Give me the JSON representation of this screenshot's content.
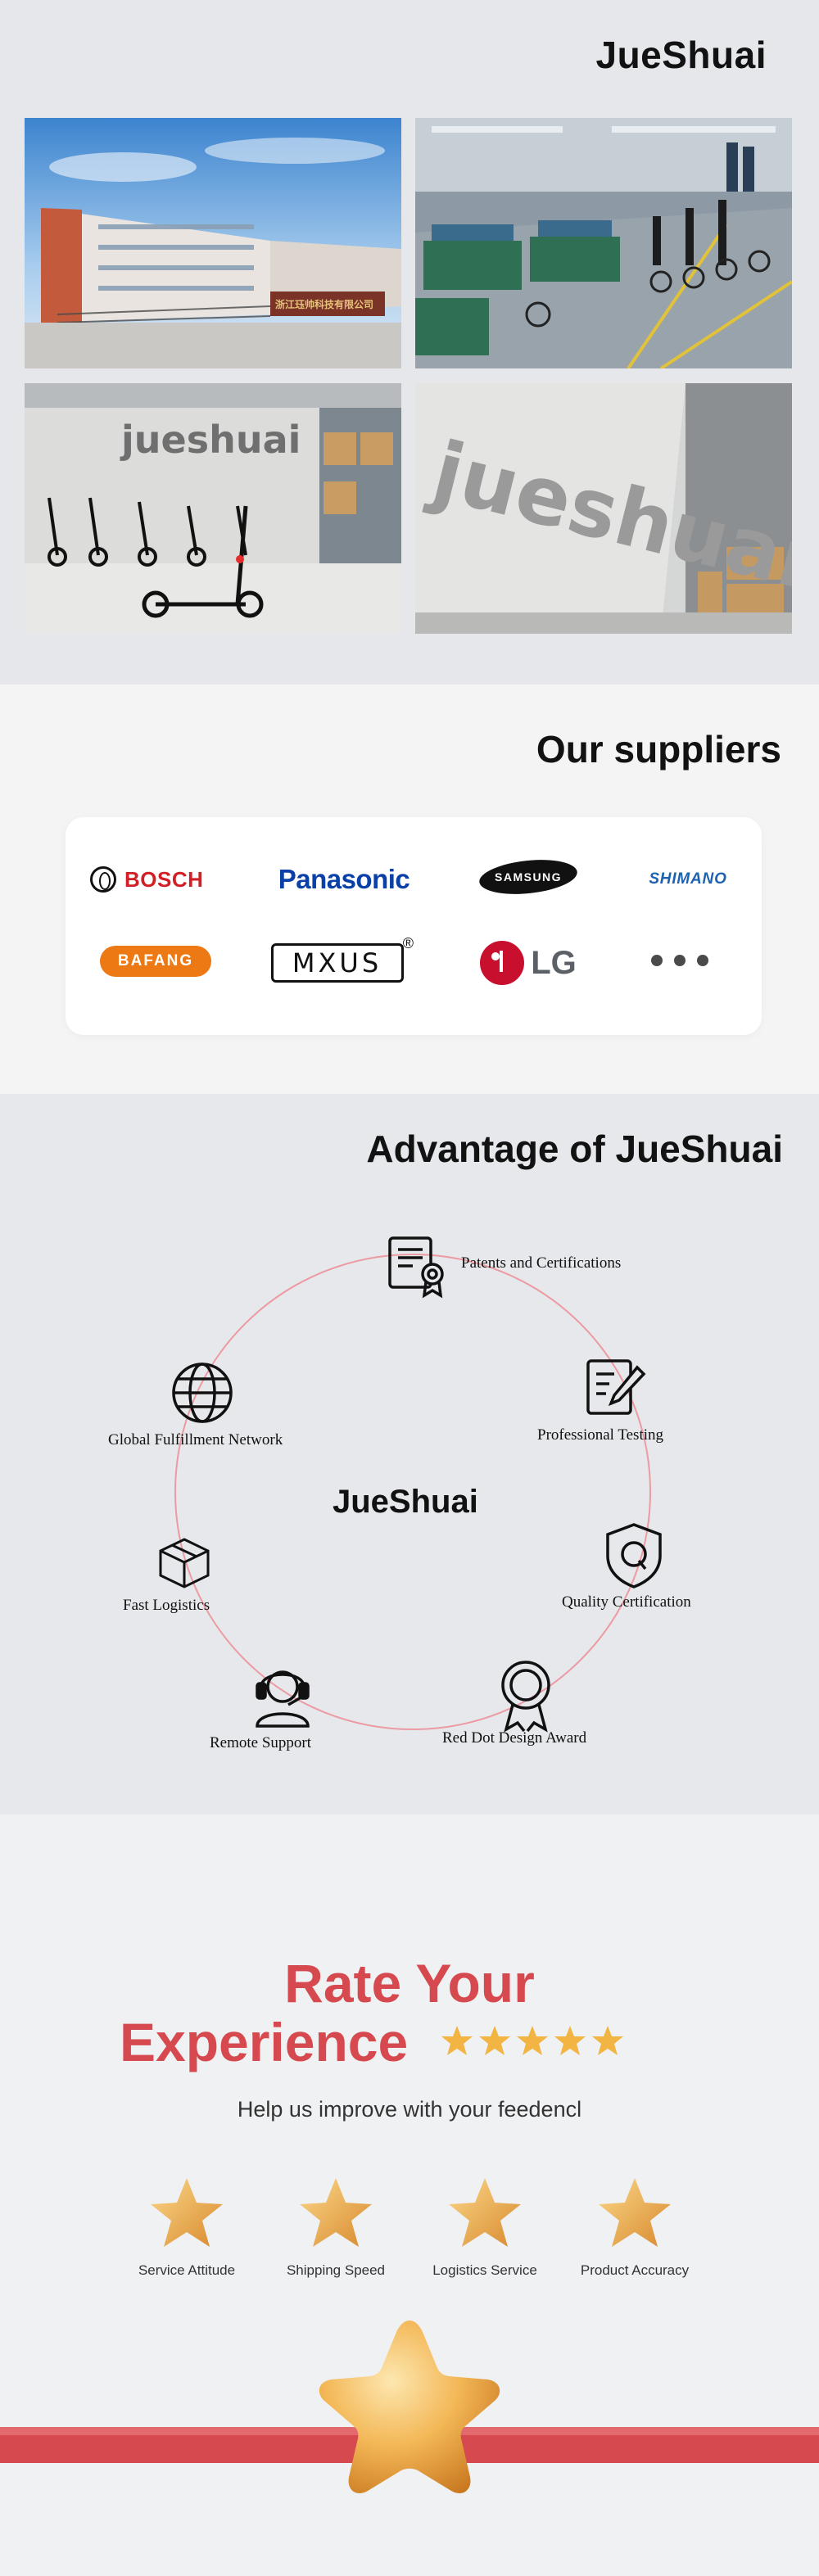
{
  "brand": {
    "title": "JueShuai"
  },
  "photos": [
    {
      "name": "factory-exterior-photo",
      "sign_text": "浙江珏帅科技有限公司"
    },
    {
      "name": "assembly-line-photo"
    },
    {
      "name": "showroom-logo-wall-photo",
      "wall_text": "jueshuai"
    },
    {
      "name": "lobby-logo-wall-photo",
      "wall_text": "jueshuai"
    }
  ],
  "suppliers": {
    "title": "Our suppliers",
    "logos": {
      "bosch": "BOSCH",
      "panasonic": "Panasonic",
      "samsung": "SAMSUNG",
      "shimano": "SHIMANO",
      "bafang": "BAFANG",
      "mxus": "MXUS",
      "mxus_reg": "®",
      "lg": "LG"
    }
  },
  "advantages": {
    "title": "Advantage of JueShuai",
    "center": "JueShuai",
    "items": [
      {
        "label": "Patents and Certifications",
        "icon": "certificate-icon"
      },
      {
        "label": "Professional Testing",
        "icon": "clipboard-pen-icon"
      },
      {
        "label": "Quality Certification",
        "icon": "shield-q-icon"
      },
      {
        "label": "Red Dot Design Award",
        "icon": "award-medal-icon"
      },
      {
        "label": "Remote Support",
        "icon": "headset-agent-icon"
      },
      {
        "label": "Fast Logistics",
        "icon": "box-icon"
      },
      {
        "label": "Global Fulfillment Network",
        "icon": "globe-icon"
      }
    ],
    "ring_color": "#ec9aa3"
  },
  "rating": {
    "title_line1": "Rate Your",
    "title_line2": "Experience",
    "subtitle": "Help us improve with your feedencl",
    "stars_shown": 5,
    "categories": [
      {
        "label": "Service Attitude"
      },
      {
        "label": "Shipping Speed"
      },
      {
        "label": "Logistics Service"
      },
      {
        "label": "Product Accuracy"
      }
    ],
    "accent_color": "#d64a4f",
    "star_color": "#f2b544"
  }
}
